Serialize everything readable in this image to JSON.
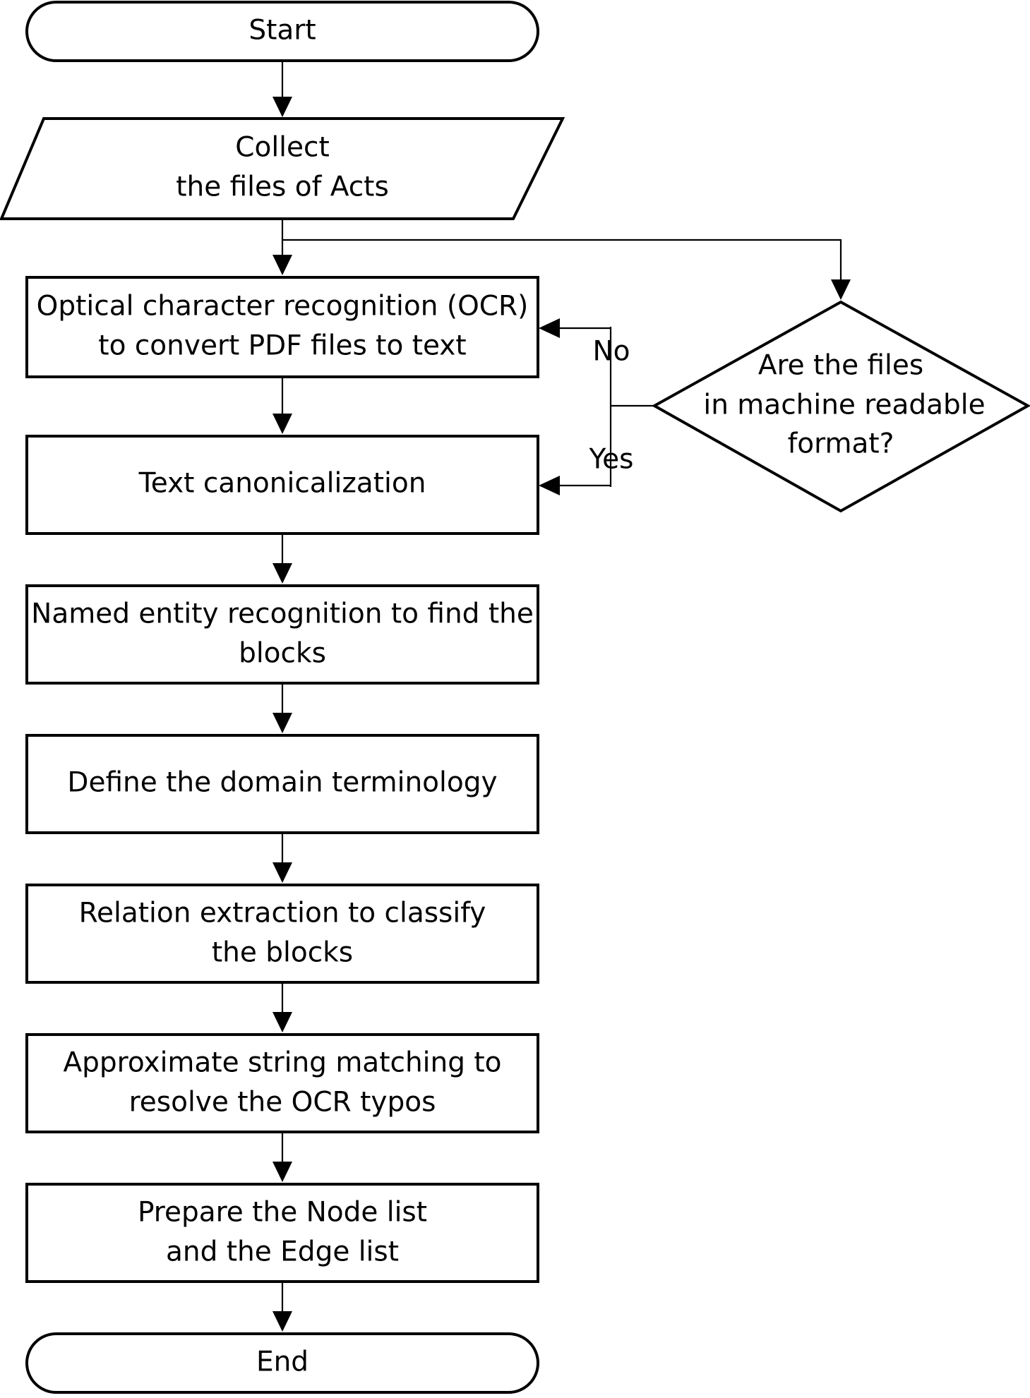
{
  "diagram": {
    "start": "Start",
    "collect": {
      "line1": "Collect",
      "line2": "the files of Acts"
    },
    "ocr": {
      "line1": "Optical character recognition (OCR)",
      "line2": "to convert PDF files to text"
    },
    "decision": {
      "line1": "Are the files",
      "line2": "in machine readable",
      "line3": "format?"
    },
    "branch_no": "No",
    "branch_yes": "Yes",
    "canonicalization": "Text canonicalization",
    "ner": {
      "line1": "Named entity recognition to find the",
      "line2": "blocks"
    },
    "terminology": "Define the domain terminology",
    "relation": {
      "line1": "Relation extraction to classify",
      "line2": "the blocks"
    },
    "matching": {
      "line1": "Approximate string matching to",
      "line2": "resolve the OCR typos"
    },
    "lists": {
      "line1": "Prepare the Node list",
      "line2": "and the Edge list"
    },
    "end": "End"
  }
}
